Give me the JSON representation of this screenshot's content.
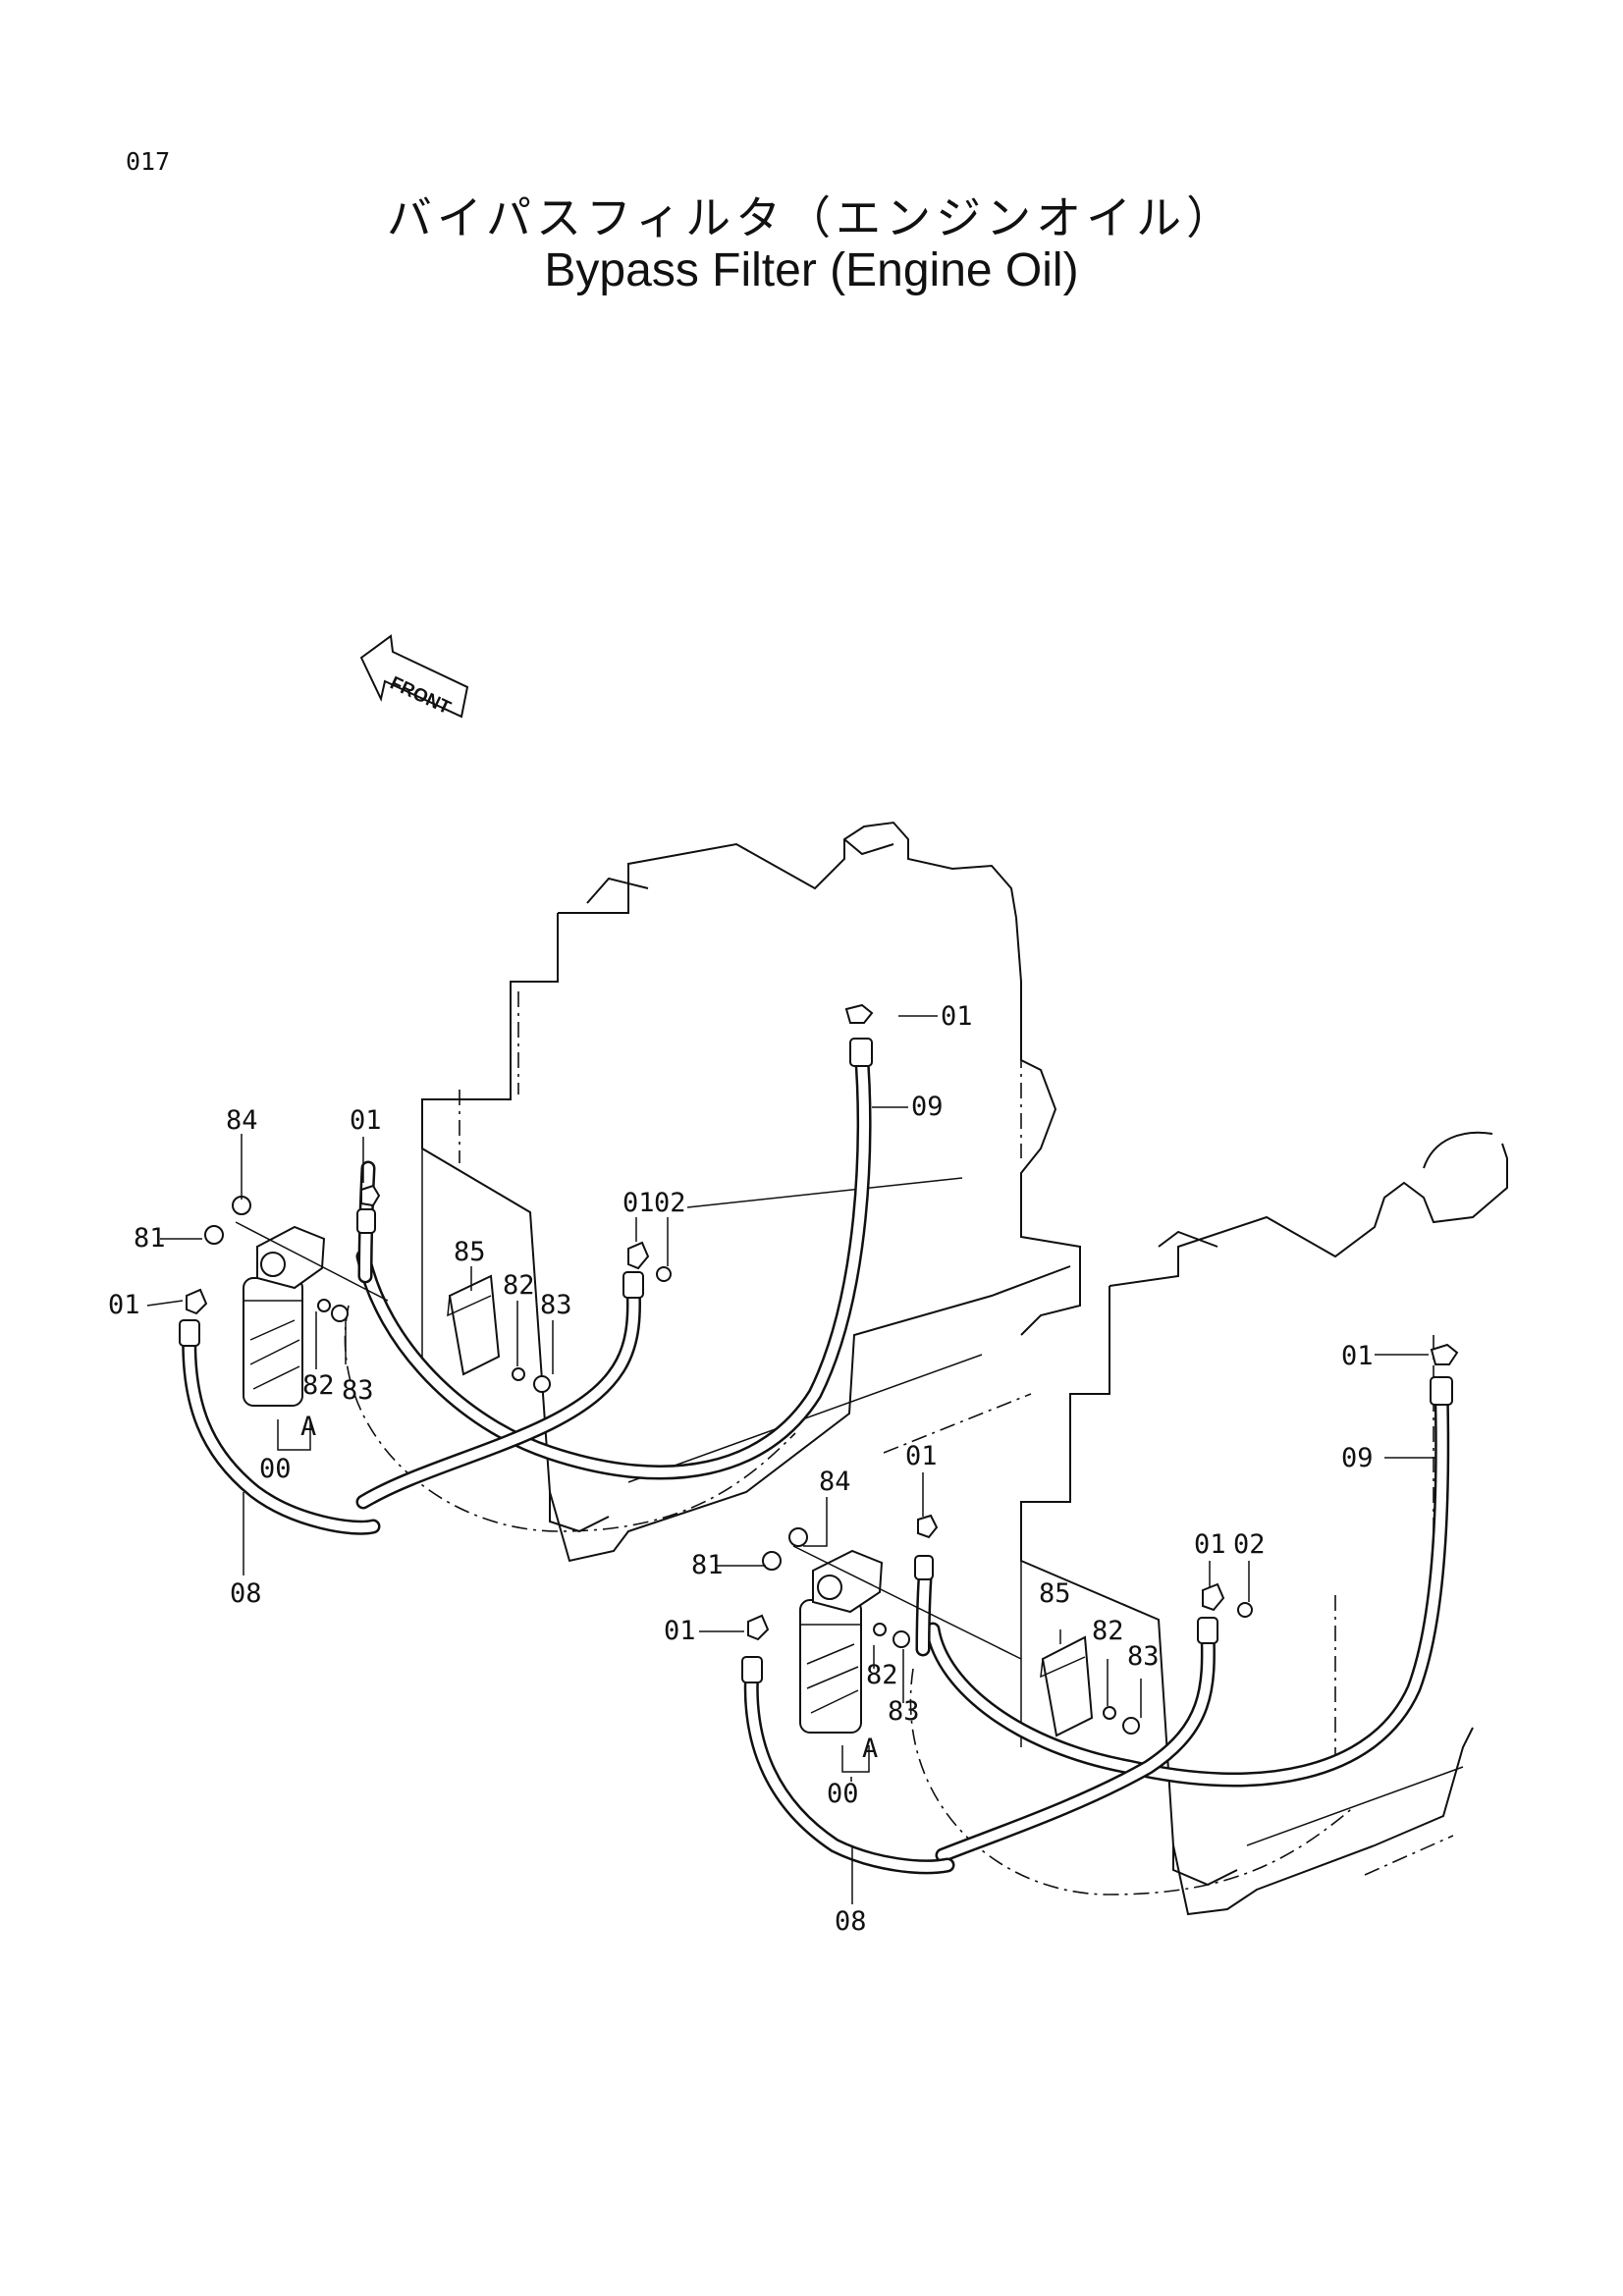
{
  "page": {
    "number": "017"
  },
  "title": {
    "japanese": "バイパスフィルタ（エンジンオイル）",
    "english": "Bypass Filter (Engine Oil)"
  },
  "front_arrow": {
    "label": "FRONT"
  },
  "assembly_1": {
    "labels": {
      "p84": "84",
      "p81": "81",
      "p01_left": "01",
      "p01_top": "01",
      "p01_right": "01",
      "p02": "02",
      "p85": "85",
      "p82_bracket": "82",
      "p83_bracket": "83",
      "p82_filter": "82",
      "p83_filter": "83",
      "pA": "A",
      "p00": "00",
      "p08": "08",
      "p01_hose_end": "01",
      "p09": "09"
    }
  },
  "assembly_2": {
    "labels": {
      "p84": "84",
      "p81": "81",
      "p01_left": "01",
      "p01_top": "01",
      "p01_right": "01",
      "p02": "02",
      "p85": "85",
      "p82_bracket": "82",
      "p83_bracket": "83",
      "p82_filter": "82",
      "p83_filter": "83",
      "pA": "A",
      "p00": "00",
      "p08": "08",
      "p01_hose_end": "01",
      "p09": "09"
    }
  }
}
